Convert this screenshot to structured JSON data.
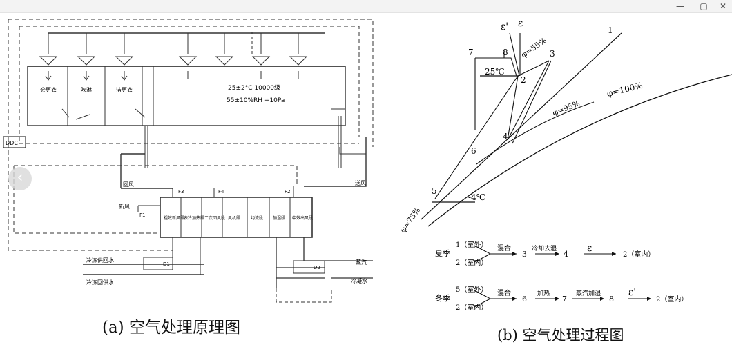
{
  "window": {
    "minimize": "—",
    "maximize": "▢",
    "close": "✕",
    "prev": "‹"
  },
  "left": {
    "caption": "(a) 空气处理原理图",
    "rooms": [
      "会更衣",
      "吹淋",
      "洁更衣"
    ],
    "cleanroom_line1": "25±2°C 10000级",
    "cleanroom_line2": "55±10%RH +10Pa",
    "ddc": "DDC",
    "return_air": "回风",
    "supply_air": "送风",
    "fresh_air": "新风",
    "ahu_sections": [
      "粗效新风段",
      "表冷加热段",
      "二次回风段",
      "风机段",
      "均流段",
      "加湿段",
      "中效出风段"
    ],
    "sensors": [
      "F3",
      "F4",
      "F2",
      "F1"
    ],
    "pipes_left": [
      "冷冻供回水",
      "冷冻回供水"
    ],
    "pipes_right": [
      "蒸汽",
      "冷凝水"
    ],
    "valves": [
      "D1",
      "D2"
    ]
  },
  "right": {
    "caption": "(b) 空气处理过程图",
    "points": {
      "p1": "1",
      "p2": "2",
      "p3": "3",
      "p4": "4",
      "p5": "5",
      "p6": "6",
      "p7": "7",
      "p8": "8"
    },
    "eps": "ε",
    "eps_prime": "ε'",
    "rh55": "φ=55%",
    "rh95": "φ=95%",
    "rh100": "φ=100%",
    "rh75": "φ=75%",
    "t25": "25℃",
    "tm4": "-4℃",
    "summer": {
      "label": "夏季",
      "in1": "1（室外）",
      "in2": "2（室内）",
      "mix": "混合",
      "s3": "3",
      "cool": "冷却去湿",
      "s4": "4",
      "eps": "ε",
      "out": "2（室内）"
    },
    "winter": {
      "label": "冬季",
      "in1": "5（室外）",
      "in2": "2（室内）",
      "mix": "混合",
      "s6": "6",
      "heat": "加热",
      "s7": "7",
      "steam": "蒸汽加湿",
      "s8": "8",
      "eps": "ε'",
      "out": "2（室内）"
    }
  }
}
